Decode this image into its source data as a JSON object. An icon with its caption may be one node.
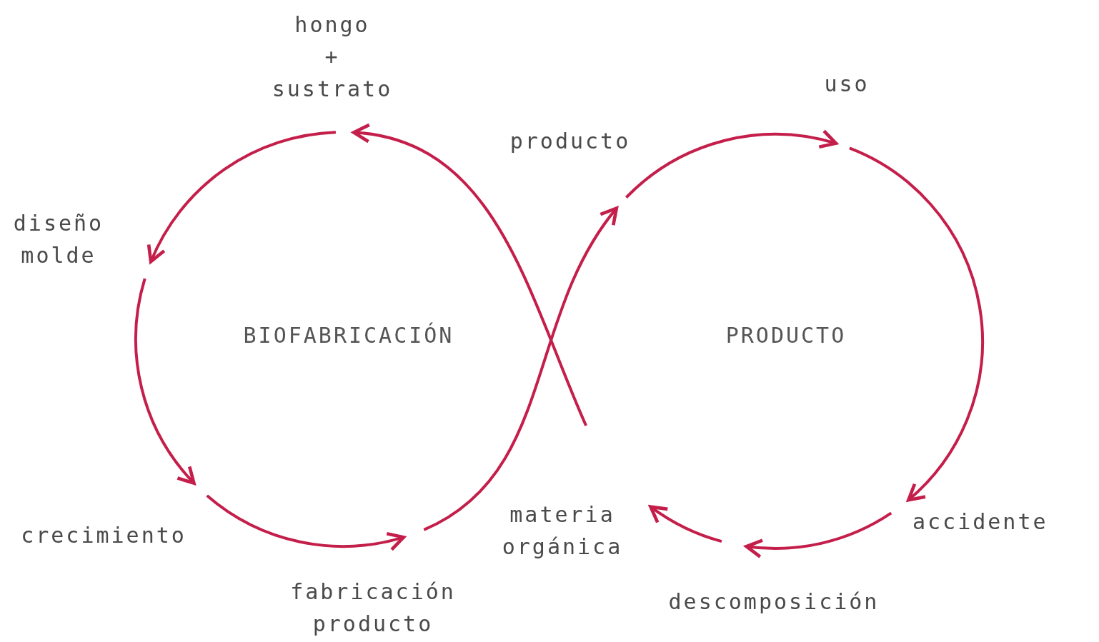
{
  "diagram": {
    "nodes": [
      {
        "text": [
          "hongo + sustrato"
        ]
      },
      {
        "text": [
          "diseño molde"
        ]
      },
      {
        "text": [
          "crecimiento"
        ]
      },
      {
        "text": [
          "fabricación producto"
        ]
      },
      {
        "text": [
          "producto"
        ]
      },
      {
        "text": [
          "uso"
        ]
      },
      {
        "text": [
          "accidente"
        ]
      },
      {
        "text": [
          "descomposición"
        ]
      },
      {
        "text": [
          "materia orgánica"
        ]
      }
    ],
    "edges": [
      {
        "from": 0,
        "to": 1,
        "arrow": "to"
      },
      {
        "from": 1,
        "to": 2,
        "arrow": "to"
      },
      {
        "from": 2,
        "to": 3,
        "arrow": "to"
      },
      {
        "from": 3,
        "to": 4,
        "arrow": "to"
      },
      {
        "from": 4,
        "to": 5,
        "arrow": "to"
      },
      {
        "from": 5,
        "to": 6,
        "arrow": "to"
      },
      {
        "from": 6,
        "to": 7,
        "arrow": "to"
      },
      {
        "from": 7,
        "to": 8,
        "arrow": "to"
      },
      {
        "from": 8,
        "to": 0,
        "arrow": "to"
      }
    ],
    "labels": [
      "BIOFABRICACIÓN",
      "PRODUCTO"
    ]
  }
}
